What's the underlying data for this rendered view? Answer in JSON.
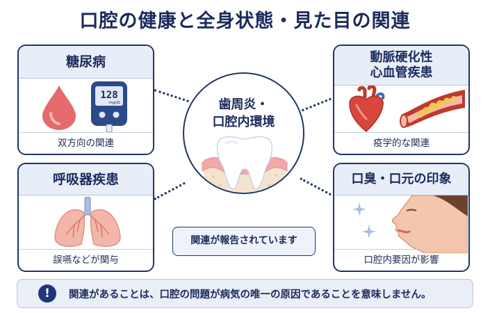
{
  "title": "口腔の健康と全身状態・見た目の関連",
  "center": {
    "line1": "歯周炎・",
    "line2": "口腔内環境"
  },
  "cards": {
    "diabetes": {
      "title": "糖尿病",
      "footer": "双方向の関連",
      "meter_value": "128",
      "meter_unit": "mg/dL"
    },
    "respiratory": {
      "title": "呼吸器疾患",
      "footer": "誤嚥などが関与"
    },
    "cardio": {
      "title_line1": "動脈硬化性",
      "title_line2": "心血管疾患",
      "footer": "疫学的な関連"
    },
    "breath": {
      "title": "口臭・口元の印象",
      "footer": "口腔内要因が影響"
    }
  },
  "pill_text": "関連が報告されています",
  "notice": {
    "icon": "!",
    "text": "関連があることは、口腔の問題が病気の唯一の原因であることを意味しません。"
  },
  "colors": {
    "navy": "#1f3468",
    "head_bg": "#e8eef8",
    "blood": "#e46a6c",
    "gum": "#f2a7a9",
    "artery": "#c0392b"
  }
}
